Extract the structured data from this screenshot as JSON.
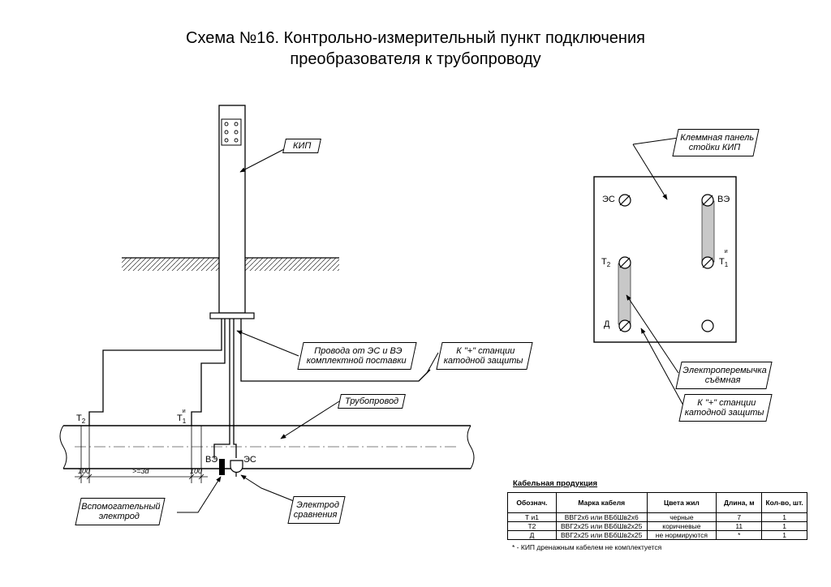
{
  "title": {
    "line1": "Схема №16. Контрольно-измерительный пункт подключения",
    "line2": "преобразователя к трубопроводу"
  },
  "callouts": {
    "kip": "КИП",
    "wires_l1": "Провода от ЭС и ВЭ",
    "wires_l2": "комплектной поставки",
    "station_l1": "К \"+\" станции",
    "station_l2": "катодной защиты",
    "pipeline": "Трубопровод",
    "aux_l1": "Вспомогательный",
    "aux_l2": "электрод",
    "ref_l1": "Электрод",
    "ref_l2": "сравнения",
    "panel_l1": "Клеммная панель",
    "panel_l2": "стойки КИП",
    "jumper_l1": "Электроперемычка",
    "jumper_l2": "съёмная",
    "station2_l1": "К \"+\" станции",
    "station2_l2": "катодной защиты"
  },
  "pipe_labels": {
    "t2": "Т",
    "t2_sub": "2",
    "t1": "Т",
    "t1_sup": "и",
    "t1_sub": "1",
    "ve": "ВЭ",
    "es": "ЭС"
  },
  "dimensions": {
    "d1": "100",
    "d2": ">=3d",
    "d3": "100"
  },
  "panel": {
    "es": "ЭС",
    "ve": "ВЭ",
    "t2": "Т",
    "t2_sub": "2",
    "t1": "Т",
    "t1_sup": "и",
    "t1_sub": "1",
    "d": "Д"
  },
  "cable_table": {
    "title": "Кабельная продукция",
    "headers": [
      "Обознач.",
      "Марка кабеля",
      "Цвета жил",
      "Длина, м",
      "Кол-во, шт."
    ],
    "rows": [
      [
        "Т и1",
        "ВВГ2х6 или ВБбШв2х6",
        "черные",
        "7",
        "1"
      ],
      [
        "Т2",
        "ВВГ2х25 или ВБбШв2х25",
        "коричневые",
        "11",
        "1"
      ],
      [
        "Д",
        "ВВГ2х25 или ВБбШв2х25",
        "не нормируются",
        "*",
        "1"
      ]
    ],
    "note": "* - КИП дренажным кабелем не комплектуется"
  },
  "colors": {
    "line": "#000000",
    "jumper_fill": "#c8c8c8",
    "background": "#ffffff"
  }
}
